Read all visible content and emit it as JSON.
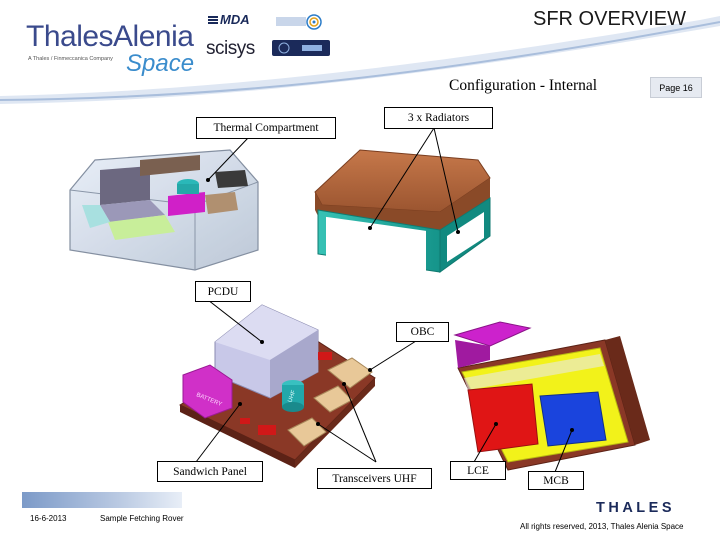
{
  "header": {
    "title": "SFR OVERVIEW",
    "subtitle": "Configuration - Internal",
    "page_label": "Page 16"
  },
  "logos": {
    "thales_alenia_line1": "ThalesAlenia",
    "thales_alenia_line2": "Space",
    "thales_alenia_tagline": "A Thales / Finmeccanica Company",
    "mda": "MDA",
    "scisys": "scisys",
    "thales": "THALES"
  },
  "callouts": {
    "thermal_compartment": "Thermal Compartment",
    "radiators": "3 x Radiators",
    "pcdu": "PCDU",
    "obc": "OBC",
    "sandwich_panel": "Sandwich Panel",
    "transceivers": "Transceivers UHF",
    "lce": "LCE",
    "mcb": "MCB"
  },
  "component_labels": {
    "battery": "BATTERY",
    "uhf": "UHF"
  },
  "footer": {
    "date": "16-6-2013",
    "project": "Sample Fetching Rover",
    "copyright": "All rights reserved, 2013, Thales Alenia Space"
  },
  "colors": {
    "brand_blue": "#3a4a8c",
    "brand_light_blue": "#3a8ccc",
    "radiator_brown": "#b5673a",
    "radiator_frame_teal": "#1aa59a",
    "board_magenta": "#cc22cc",
    "board_red": "#e01515",
    "board_blue": "#1a44dd",
    "board_yellow": "#f2f21a",
    "sandwich_brown": "#8a3826",
    "pcdu_lavender": "#c8c8e8"
  }
}
